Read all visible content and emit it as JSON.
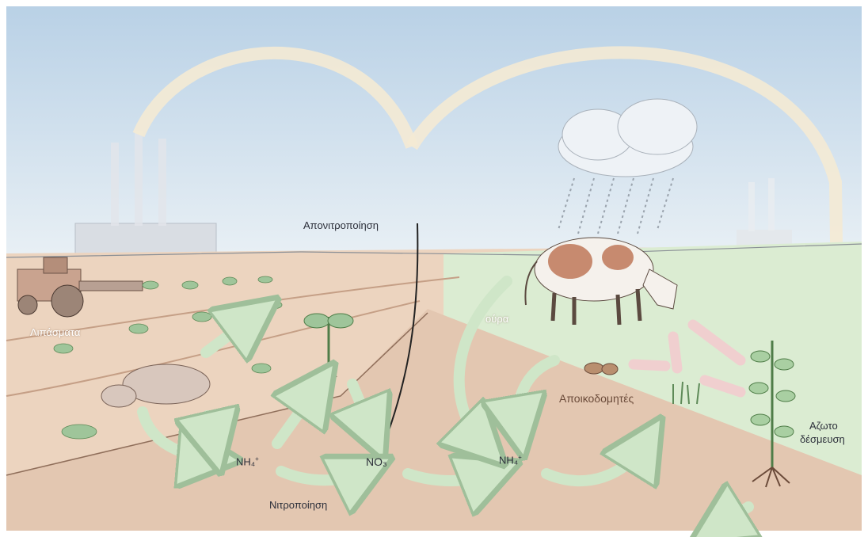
{
  "labels": {
    "denitrification": "Απονιτροποίηση",
    "fertilizers_line1": "Λιπάσματα",
    "urine": "ούρα",
    "decomposers": "Αποικοδομητές",
    "ammonium_left": "NH₄",
    "ammonium_left_charge": "+",
    "nitrate": "NO₃",
    "ammonium_right": "NH₄",
    "ammonium_right_charge": "+",
    "nitrification": "Νιτροποίηση",
    "fixation_line1": "Αζωτο",
    "fixation_line2": "δέσμευση"
  },
  "colors": {
    "sky": "#cfe0ef",
    "soil": "#e6cbb5",
    "grass": "#d8ebd1",
    "arrow_green": "#cfe6c8",
    "arrow_pink": "#f0cfcf",
    "arc": "#f4ead4"
  },
  "icons": {
    "tractor": "tractor-icon",
    "factory": "factory-icon",
    "cloud": "rain-cloud-icon",
    "cow": "cow-icon",
    "animal": "mole-icon",
    "plant": "plant-icon"
  }
}
